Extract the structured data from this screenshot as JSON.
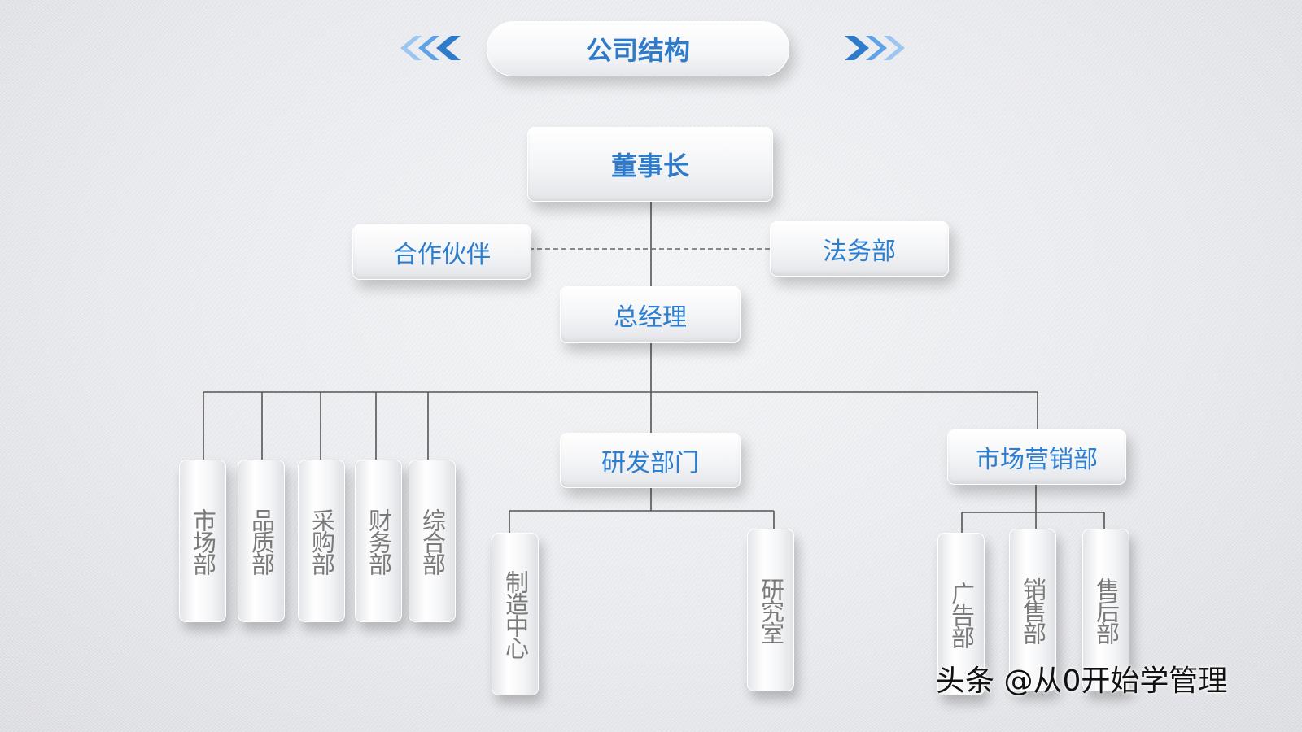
{
  "header": {
    "title": "公司结构"
  },
  "chart": {
    "chairman": "董事长",
    "partner": "合作伙伴",
    "legal": "法务部",
    "general_manager": "总经理",
    "rd_department": "研发部门",
    "marketing_sales": "市场营销部",
    "left_departments": [
      "市场部",
      "品质部",
      "采购部",
      "财务部",
      "综合部"
    ],
    "rd_units": [
      "制造中心",
      "研究室"
    ],
    "marketing_units": [
      "广告部",
      "销售部",
      "售后部"
    ]
  },
  "watermark": "头条 @从0开始学管理",
  "colors": {
    "accent": "#2f7bc9",
    "chevron": "#3a8ad8",
    "line": "#555555",
    "vertical_text": "#7a7a7a"
  },
  "icons": {
    "left_chevrons": "triple-chevron-left-icon",
    "right_chevrons": "triple-chevron-right-icon"
  }
}
